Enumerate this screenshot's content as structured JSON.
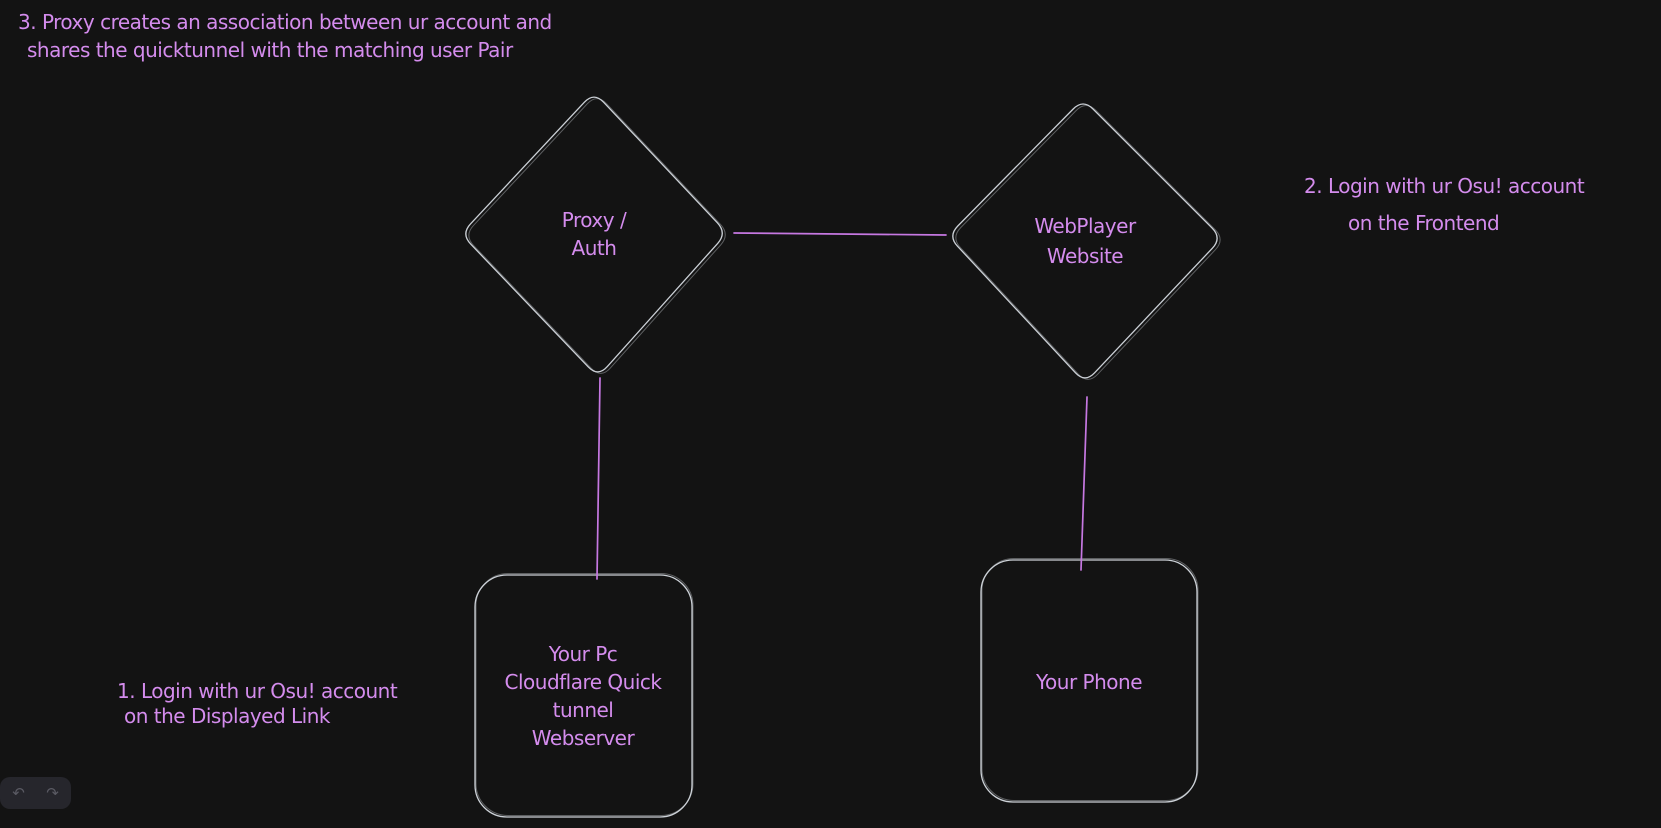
{
  "app": {
    "theme_background": "#131313",
    "undo_redo_toolbar": {
      "undo_icon": "↶",
      "redo_icon": "↷"
    }
  },
  "diagram": {
    "colors": {
      "shape_stroke": "#cdd2d8",
      "text": "#d48ced",
      "connector": "#c678e2",
      "island_background": "#26262c",
      "island_icon": "#5a5a63"
    },
    "annotations": {
      "step3": {
        "lines": [
          "3. Proxy creates an association between ur account and",
          "shares the quicktunnel with the matching user Pair"
        ]
      },
      "step2": {
        "lines": [
          "2. Login with ur Osu! account",
          "on the Frontend"
        ]
      },
      "step1": {
        "lines": [
          "1. Login with ur Osu! account",
          "on the Displayed Link"
        ]
      }
    },
    "nodes": {
      "proxy_auth": {
        "shape": "diamond",
        "label_lines": [
          "Proxy /",
          "Auth"
        ]
      },
      "webplayer_website": {
        "shape": "diamond",
        "label_lines": [
          "WebPlayer",
          "Website"
        ]
      },
      "pc_quicktunnel_webserver": {
        "shape": "rounded-rectangle",
        "label_lines": [
          "Your Pc",
          "Cloudflare Quick",
          "tunnel",
          "Webserver"
        ]
      },
      "your_phone": {
        "shape": "rounded-rectangle",
        "label_lines": [
          "Your Phone"
        ]
      }
    },
    "connectors": [
      {
        "from": "proxy_auth",
        "to": "webplayer_website"
      },
      {
        "from": "proxy_auth",
        "to": "pc_quicktunnel_webserver"
      },
      {
        "from": "webplayer_website",
        "to": "your_phone"
      }
    ]
  }
}
